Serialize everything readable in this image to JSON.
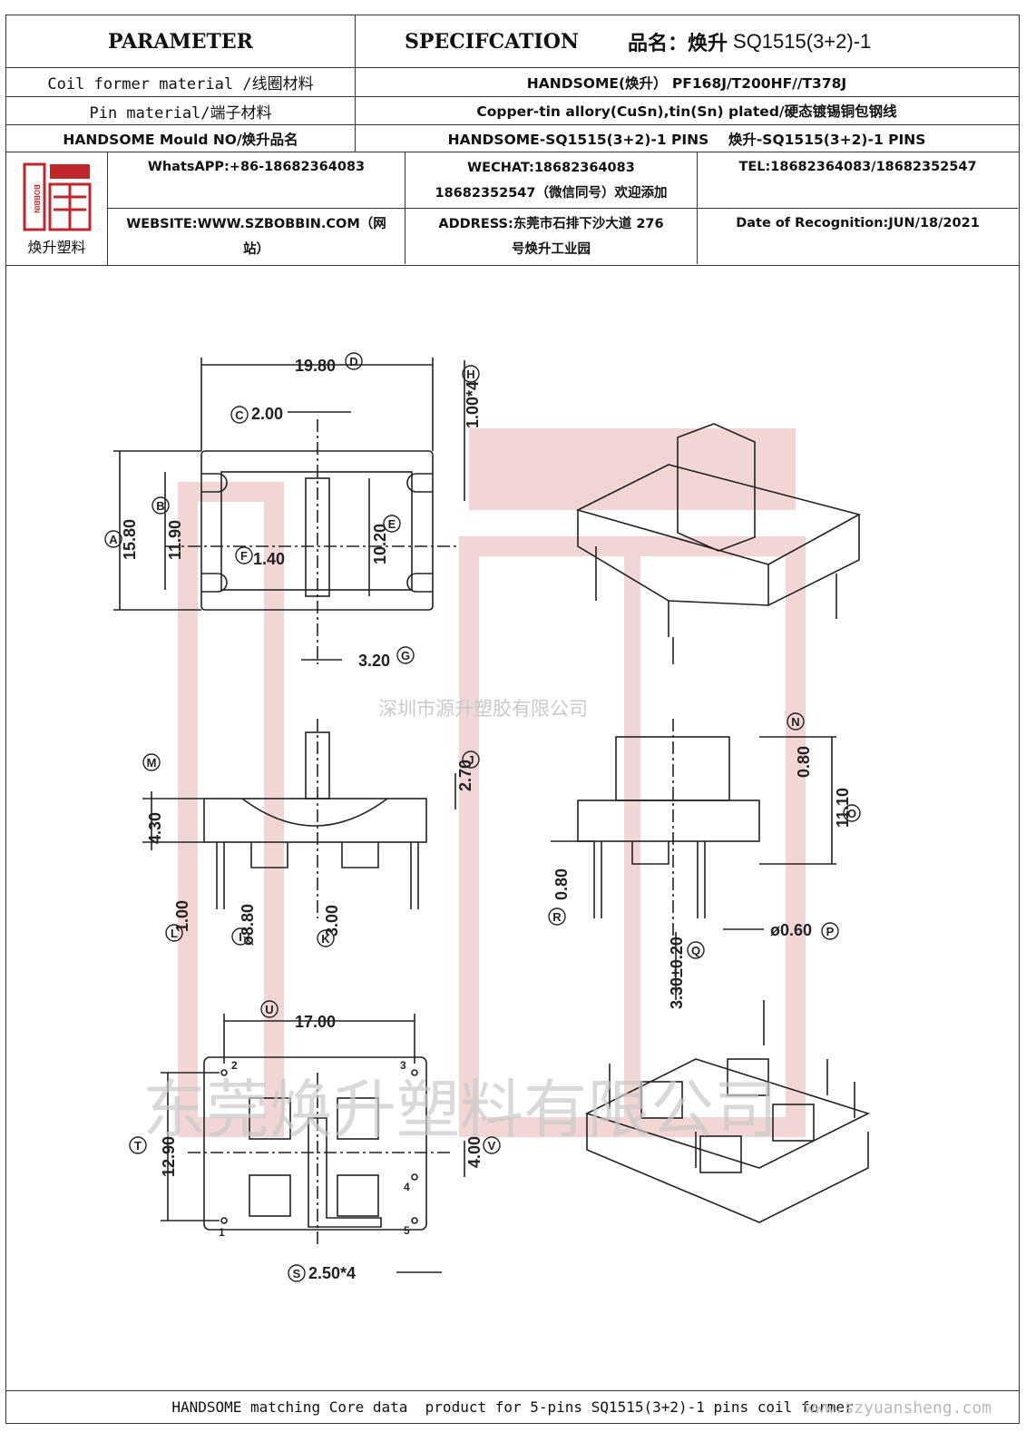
{
  "header": {
    "parameter": "PARAMETER",
    "specification": "SPECIFCATION",
    "product_name_label": "品名：焕升",
    "product_name_value": "SQ1515(3+2)-1"
  },
  "rows": [
    {
      "label": "Coil former material /线圈材料",
      "value": "HANDSOME(焕升）  PF168J/T200HF//T378J"
    },
    {
      "label": "Pin material/端子材料",
      "value": "Copper-tin allory(CuSn),tin(Sn) plated/硬态镀锡铜包钢线"
    },
    {
      "label": "HANDSOME Mould NO/焕升品名",
      "value": "HANDSOME-SQ1515(3+2)-1 PINS    焕升-SQ1515(3+2)-1 PINS"
    }
  ],
  "company": {
    "logo_text": "焕升塑料",
    "logo_brand": "BOBBIN",
    "whatsapp": "WhatsAPP:+86-18682364083",
    "wechat_line1": "WECHAT:18682364083",
    "wechat_line2": "18682352547（微信同号）欢迎添加",
    "tel": "TEL:18682364083/18682352547",
    "website_line1": "WEBSITE:WWW.SZBOBBIN.COM（网",
    "website_line2": "站）",
    "address_line1": "ADDRESS:东莞市石排下沙大道 276",
    "address_line2": "号焕升工业园",
    "date": "Date of Recognition:JUN/18/2021"
  },
  "dimensions": {
    "D": "19.80",
    "H": "1.00*4",
    "C": "2.00",
    "A": "15.80",
    "B": "11.90",
    "E": "10.20",
    "F": "1.40",
    "G": "3.20",
    "M": "4.30",
    "J": "2.70",
    "L": "1.00",
    "I": "ø8.80",
    "K": "3.00",
    "N": "0.80",
    "O": "11.10",
    "R": "0.80",
    "Q": "3.30±0.20",
    "P": "ø0.60",
    "U": "17.00",
    "T": "12.90",
    "V": "4.00",
    "S": "2.50*4"
  },
  "dim_letters": [
    "A",
    "B",
    "C",
    "D",
    "E",
    "F",
    "G",
    "H",
    "I",
    "J",
    "K",
    "L",
    "M",
    "N",
    "O",
    "P",
    "Q",
    "R",
    "S",
    "T",
    "U",
    "V"
  ],
  "pin_numbers": [
    "1",
    "2",
    "3",
    "4",
    "5"
  ],
  "watermarks": {
    "center": "深圳市源升塑胶有限公司",
    "large": "东莞焕升塑料有限公司",
    "url": "www.szyuansheng.com"
  },
  "footer": {
    "text": "HANDSOME matching Core data  product for 5-pins SQ1515(3+2)-1 pins coil former"
  },
  "colors": {
    "logo_red": "#c0272d",
    "watermark_red": "#e8b4b4",
    "line": "#222222"
  }
}
